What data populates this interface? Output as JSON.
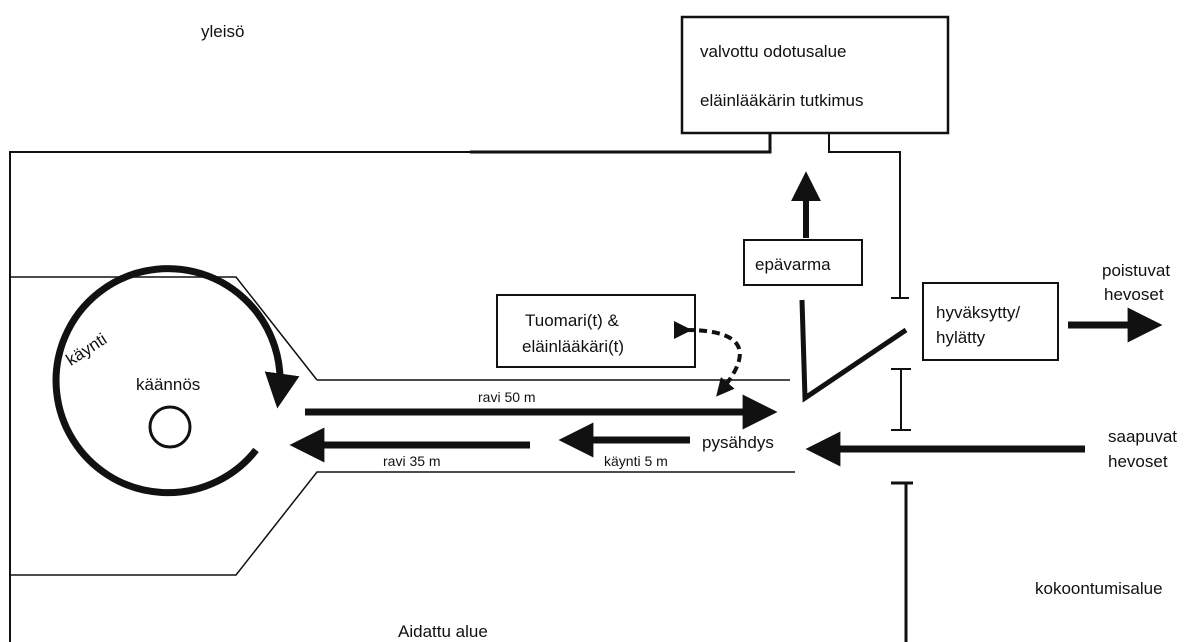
{
  "labels": {
    "audience": "yleisö",
    "waiting_area": "valvottu odotusalue",
    "vet_exam": "eläinlääkärin tutkimus",
    "uncertain": "epävarma",
    "judges_line1": "Tuomari(t) &",
    "judges_line2": "eläinlääkäri(t)",
    "result_line1": "hyväksytty/",
    "result_line2": "hylätty",
    "leaving_line1": "poistuvat",
    "leaving_line2": "hevoset",
    "arriving_line1": "saapuvat",
    "arriving_line2": "hevoset",
    "walk_turn": "käynti",
    "turn": "käännös",
    "trot_50": "ravi 50 m",
    "trot_35": "ravi 35 m",
    "walk_5": "käynti 5 m",
    "stop": "pysähdys",
    "gathering_area": "kokoontumisalue",
    "fenced_area": "Aidattu alue"
  },
  "colors": {
    "ink": "#111111",
    "background": "#ffffff"
  }
}
